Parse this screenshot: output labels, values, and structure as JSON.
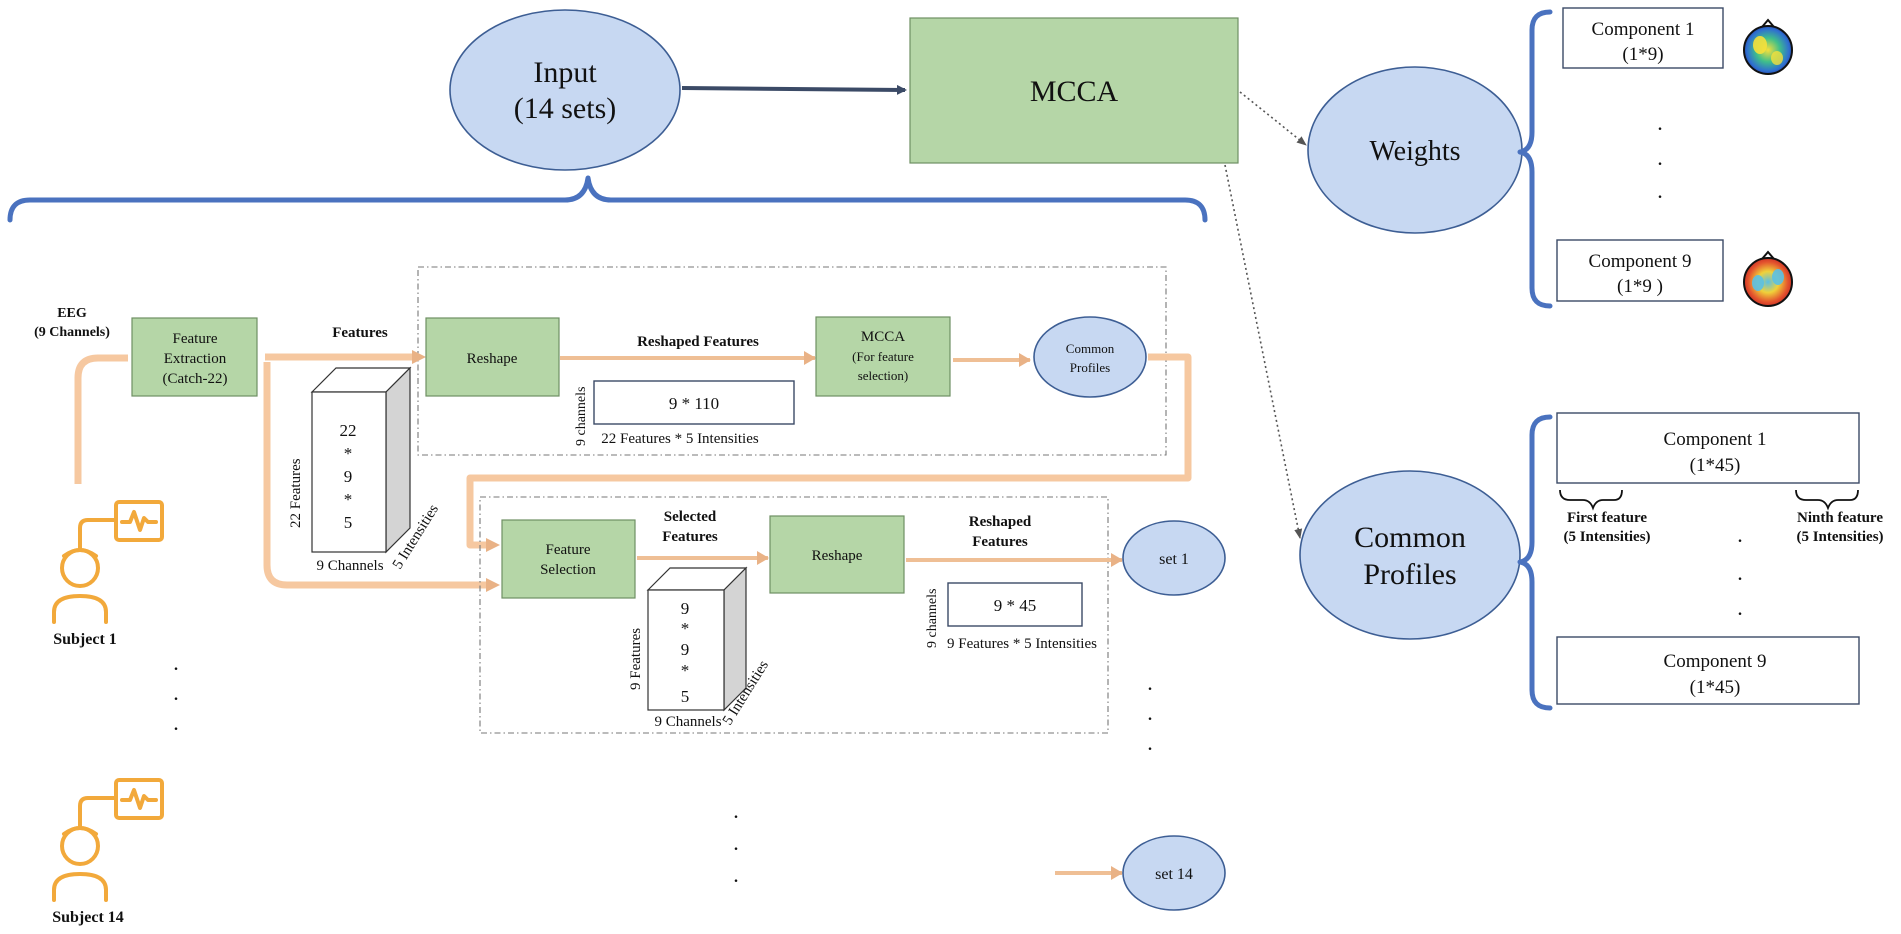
{
  "top": {
    "input_line1": "Input",
    "input_line2": "(14 sets)",
    "mcca": "MCCA"
  },
  "weights": {
    "label": "Weights",
    "comp1_line1": "Component 1",
    "comp1_line2": "(1*9)",
    "comp9_line1": "Component 9",
    "comp9_line2": "(1*9 )"
  },
  "common_profiles": {
    "line1": "Common",
    "line2": "Profiles",
    "comp1_line1": "Component 1",
    "comp1_line2": "(1*45)",
    "first_feature_line1": "First feature",
    "first_feature_line2": "(5 Intensities)",
    "ninth_feature_line1": "Ninth feature",
    "ninth_feature_line2": "(5 Intensities)",
    "comp9_line1": "Component 9",
    "comp9_line2": "(1*45)"
  },
  "stage1": {
    "eeg_line1": "EEG",
    "eeg_line2": "(9 Channels)",
    "fe_line1": "Feature",
    "fe_line2": "Extraction",
    "fe_line3": "(Catch-22)",
    "features_label": "Features",
    "reshape": "Reshape",
    "reshaped_features": "Reshaped  Features",
    "mcca_line1": "MCCA",
    "mcca_line2": "(For feature",
    "mcca_line3": "selection)",
    "cp_line1": "Common",
    "cp_line2": "Profiles",
    "matrix": "9 * 110",
    "matrix_side": "9 channels",
    "matrix_bottom": "22 Features * 5 Intensities",
    "cube_values": [
      "22",
      "*",
      "9",
      "*",
      "5"
    ],
    "cube_left": "22 Features",
    "cube_bottom": "9 Channels",
    "cube_right": "5 Intensities"
  },
  "stage2": {
    "fs_line1": "Feature",
    "fs_line2": "Selection",
    "selected_line1": "Selected",
    "selected_line2": "Features",
    "reshape": "Reshape",
    "reshaped_line1": "Reshaped",
    "reshaped_line2": "Features",
    "matrix": "9 * 45",
    "matrix_side": "9 channels",
    "matrix_bottom": "9 Features * 5 Intensities",
    "set1": "set 1",
    "set14": "set 14",
    "cube_values": [
      "9",
      "*",
      "9",
      "*",
      "5"
    ],
    "cube_left": "9 Features",
    "cube_bottom": "9 Channels",
    "cube_right": "5 Intensities"
  },
  "subjects": {
    "subject1": "Subject 1",
    "subject14": "Subject 14"
  },
  "colors": {
    "green": "#b5d6a7",
    "blue": "#c7d8f2",
    "orange": "#f6c8a0",
    "brace_blue": "#4a72bf",
    "icon_orange": "#f2a93b"
  }
}
